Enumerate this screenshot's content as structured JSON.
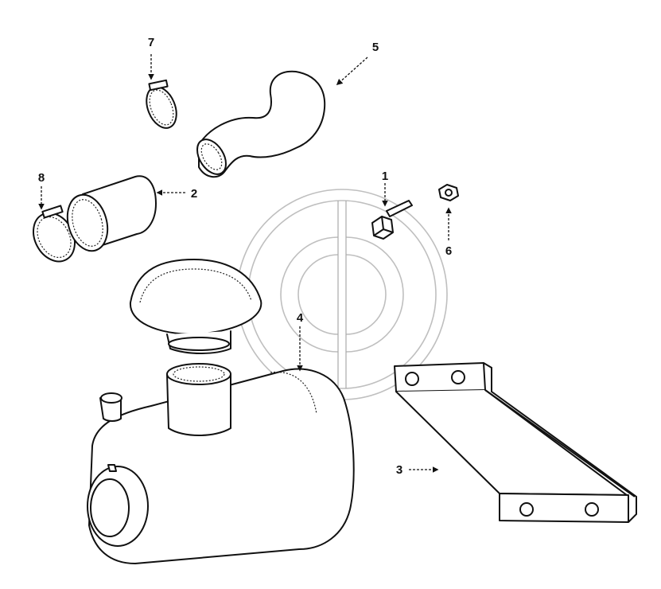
{
  "callouts": [
    {
      "id": "1",
      "label": "1"
    },
    {
      "id": "2",
      "label": "2"
    },
    {
      "id": "3",
      "label": "3"
    },
    {
      "id": "4",
      "label": "4"
    },
    {
      "id": "5",
      "label": "5"
    },
    {
      "id": "6",
      "label": "6"
    },
    {
      "id": "7",
      "label": "7"
    },
    {
      "id": "8",
      "label": "8"
    }
  ],
  "watermark": {
    "icon": "logo-watermark-icon"
  },
  "colors": {
    "line": "#111111",
    "background": "#ffffff",
    "watermark": "#aaaaaa"
  }
}
